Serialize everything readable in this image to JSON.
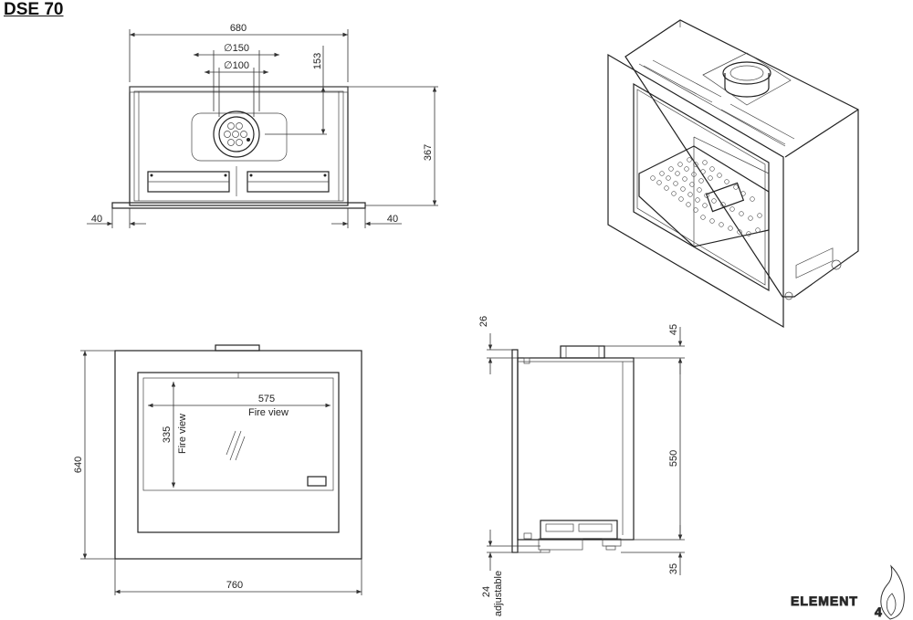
{
  "title": "DSE 70",
  "top_view": {
    "width_label": "680",
    "diameter_outer_label": "∅150",
    "diameter_inner_label": "∅100",
    "flue_offset_label": "153",
    "depth_label": "367",
    "flange_left_label": "40",
    "flange_right_label": "40"
  },
  "front_view": {
    "width_label": "760",
    "height_label": "640",
    "fire_view_width_label": "575",
    "fire_view_width_caption": "Fire view",
    "fire_view_height_label": "335",
    "fire_view_height_caption": "Fire view"
  },
  "side_view": {
    "top_offset_label": "26",
    "flue_height_label": "45",
    "body_height_label": "550",
    "base_height_label": "35",
    "feet_label": "24",
    "feet_caption": "adjustable"
  },
  "brand": {
    "name": "ELEMENT",
    "digit": "4"
  }
}
